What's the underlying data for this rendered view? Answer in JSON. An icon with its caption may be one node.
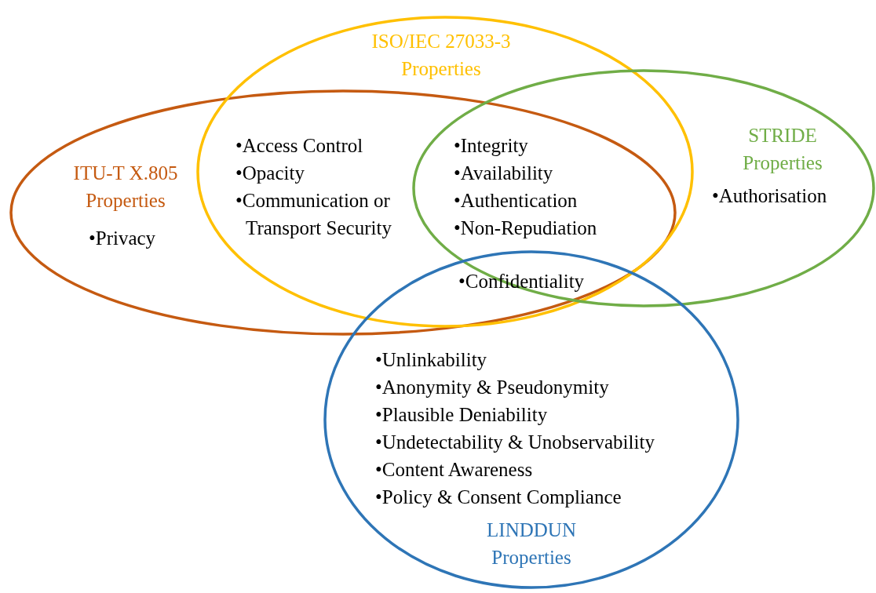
{
  "diagram": {
    "nodes": [
      {
        "text": [
          "ITU-T X.805 Properties",
          "•Privacy"
        ]
      },
      {
        "text": [
          "ISO/IEC 27033-3 Properties"
        ]
      },
      {
        "text": [
          "STRIDE Properties",
          "•Authorisation"
        ]
      },
      {
        "text": [
          "LINDDUN Properties"
        ]
      }
    ],
    "edges": [],
    "labels": [
      "•Access Control",
      "•Integrity",
      "•Opacity",
      "•Availability",
      "•Communication or Transport Security",
      "•Authentication",
      "•Non-Repudiation",
      "•Confidentiality",
      "•Unlinkability",
      "•Anonymity & Pseudonymity",
      "•Plausible Deniability",
      "•Undetectability & Unobservability",
      "•Content Awareness",
      "•Policy & Consent Compliance"
    ]
  }
}
